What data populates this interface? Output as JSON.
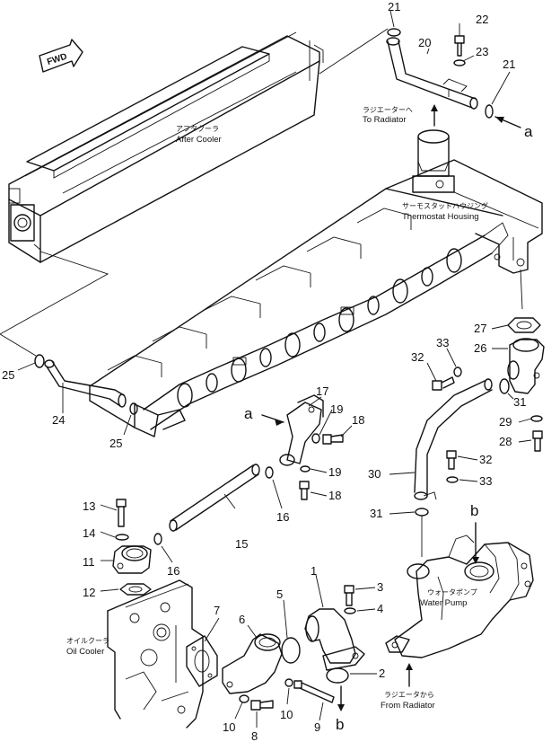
{
  "labels": {
    "after_cooler_jp": "アフタクーラ",
    "after_cooler_en": "After Cooler",
    "to_radiator_jp": "ラジエーターへ",
    "to_radiator_en": "To Radiator",
    "thermostat_jp": "サーモスタットハウジング",
    "thermostat_en": "Thermostat Housing",
    "water_pump_jp": "ウォータポンプ",
    "water_pump_en": "Water Pump",
    "oil_cooler_jp": "オイルクーラ",
    "oil_cooler_en": "Oil Cooler",
    "from_radiator_jp": "ラジエータから",
    "from_radiator_en": "From Radiator",
    "fwd": "FWD",
    "ref_a": "a",
    "ref_b": "b"
  },
  "parts": {
    "p1": "1",
    "p2": "2",
    "p3": "3",
    "p4": "4",
    "p5": "5",
    "p6": "6",
    "p7": "7",
    "p8": "8",
    "p9": "9",
    "p10": "10",
    "p11": "11",
    "p12": "12",
    "p13": "13",
    "p14": "14",
    "p15": "15",
    "p16": "16",
    "p17": "17",
    "p18": "18",
    "p19": "19",
    "p20": "20",
    "p21": "21",
    "p22": "22",
    "p23": "23",
    "p24": "24",
    "p25": "25",
    "p26": "26",
    "p27": "27",
    "p28": "28",
    "p29": "29",
    "p30": "30",
    "p31": "31",
    "p32": "32",
    "p33": "33"
  }
}
